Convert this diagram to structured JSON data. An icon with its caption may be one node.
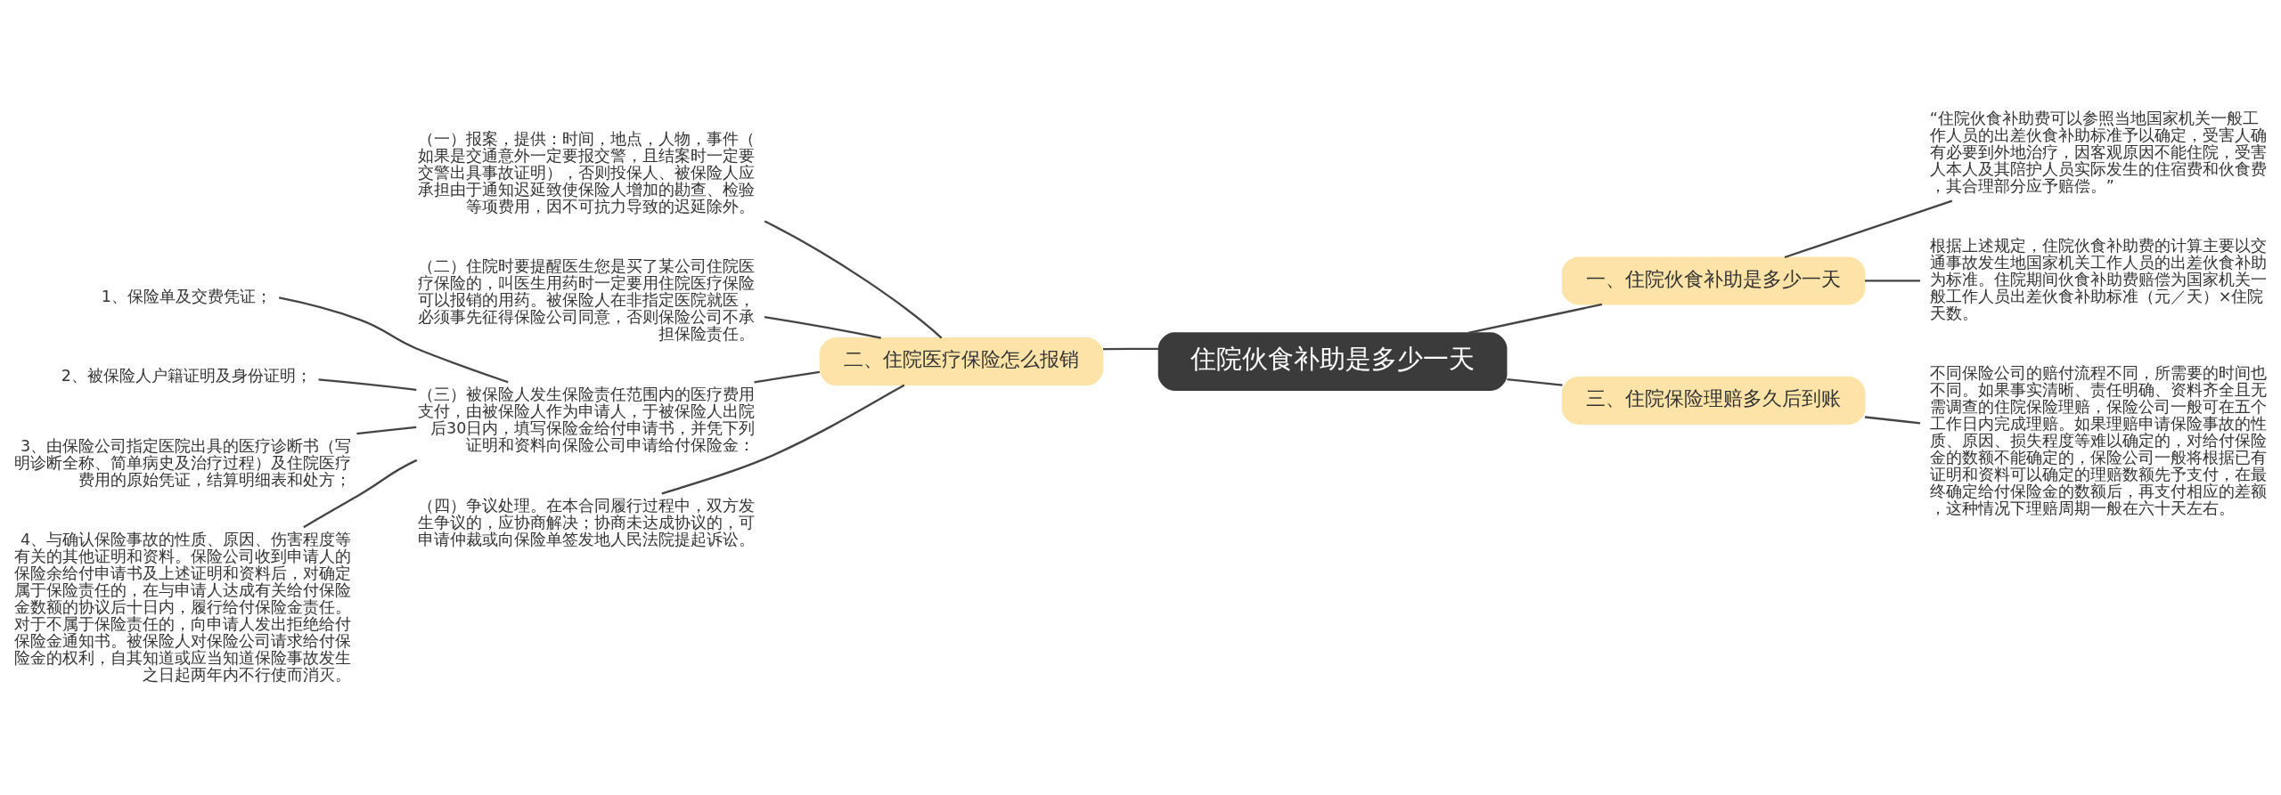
{
  "diagram": {
    "nodes": [
      {
        "text": [
          "住院伙食补助是多少一天"
        ]
      },
      {
        "text": [
          "一、住院伙食补助是多少一天"
        ]
      },
      {
        "text": [
          "“住院伙食补助费可以参照当地国家机关一般工作人员的出差伙食补助标准予以确定，受害人确有必要到外地治疗，因客观原因不能住院，受害人本人及其陪护人员实际发生的住宿费和伙食费，其合理部分应予赔偿。”"
        ]
      },
      {
        "text": [
          "根据上述规定，住院伙食补助费的计算主要以交通事故发生地国家机关工作人员的出差伙食补助为标准。住院期间伙食补助费赔偿为国家机关一般工作人员出差伙食补助标准（元／天）×住院天数。"
        ]
      },
      {
        "text": [
          "二、住院医疗保险怎么报销"
        ]
      },
      {
        "text": [
          "（一）报案，提供：时间，地点，人物，事件（如果是交通意外一定要报交警，且结案时一定要交警出具事故证明），否则投保人、被保险人应承担由于通知迟延致使保险人增加的勘查、检验等项费用，因不可抗力导致的迟延除外。"
        ]
      },
      {
        "text": [
          "（二）住院时要提醒医生您是买了某公司住院医疗保险的，叫医生用药时一定要用住院医疗保险可以报销的用药。被保险人在非指定医院就医，必须事先征得保险公司同意，否则保险公司不承担保险责任。"
        ]
      },
      {
        "text": [
          "（三）被保险人发生保险责任范围内的医疗费用支付，由被保险人作为申请人，于被保险人出院后30日内，填写保险金给付申请书，并凭下列证明和资料向保险公司申请给付保险金："
        ]
      },
      {
        "text": [
          "（四）争议处理。在本合同履行过程中，双方发生争议的，应协商解决；协商未达成协议的，可申请仲裁或向保险单签发地人民法院提起诉讼。"
        ]
      },
      {
        "text": [
          "1、保险单及交费凭证；"
        ]
      },
      {
        "text": [
          "2、被保险人户籍证明及身份证明；"
        ]
      },
      {
        "text": [
          "3、由保险公司指定医院出具的医疗诊断书（写明诊断全称、简单病史及治疗过程）及住院医疗费用的原始凭证，结算明细表和处方；"
        ]
      },
      {
        "text": [
          "4、与确认保险事故的性质、原因、伤害程度等有关的其他证明和资料。保险公司收到申请人的保险余给付申请书及上述证明和资料后，对确定属于保险责任的，在与申请人达成有关给付保险金数额的协议后十日内，履行给付保险金责任。对于不属于保险责任的，向申请人发出拒绝给付保险金通知书。被保险人对保险公司请求给付保险金的权利，自其知道或应当知道保险事故发生之日起两年内不行使而消灭。"
        ]
      },
      {
        "text": [
          "三、住院保险理赔多久后到账"
        ]
      },
      {
        "text": [
          "不同保险公司的赔付流程不同，所需要的时间也不同。如果事实清晰、责任明确、资料齐全且无需调查的住院保险理赔，保险公司一般可在五个工作日内完成理赔。如果理赔申请保险事故的性质、原因、损失程度等难以确定的，对给付保险金的数额不能确定的，保险公司一般将根据已有证明和资料可以确定的理赔数额先予支付，在最终确定给付保险金的数额后，再支付相应的差额，这种情况下理赔周期一般在六十天左右。"
        ]
      }
    ],
    "edges": [
      {
        "from": 0,
        "to": 1,
        "arrow": "none"
      },
      {
        "from": 1,
        "to": 2,
        "arrow": "none"
      },
      {
        "from": 1,
        "to": 3,
        "arrow": "none"
      },
      {
        "from": 0,
        "to": 4,
        "arrow": "none"
      },
      {
        "from": 4,
        "to": 5,
        "arrow": "none"
      },
      {
        "from": 4,
        "to": 6,
        "arrow": "none"
      },
      {
        "from": 4,
        "to": 7,
        "arrow": "none"
      },
      {
        "from": 4,
        "to": 8,
        "arrow": "none"
      },
      {
        "from": 7,
        "to": 9,
        "arrow": "none"
      },
      {
        "from": 7,
        "to": 10,
        "arrow": "none"
      },
      {
        "from": 7,
        "to": 11,
        "arrow": "none"
      },
      {
        "from": 7,
        "to": 12,
        "arrow": "none"
      },
      {
        "from": 0,
        "to": 13,
        "arrow": "none"
      },
      {
        "from": 13,
        "to": 14,
        "arrow": "none"
      }
    ]
  }
}
